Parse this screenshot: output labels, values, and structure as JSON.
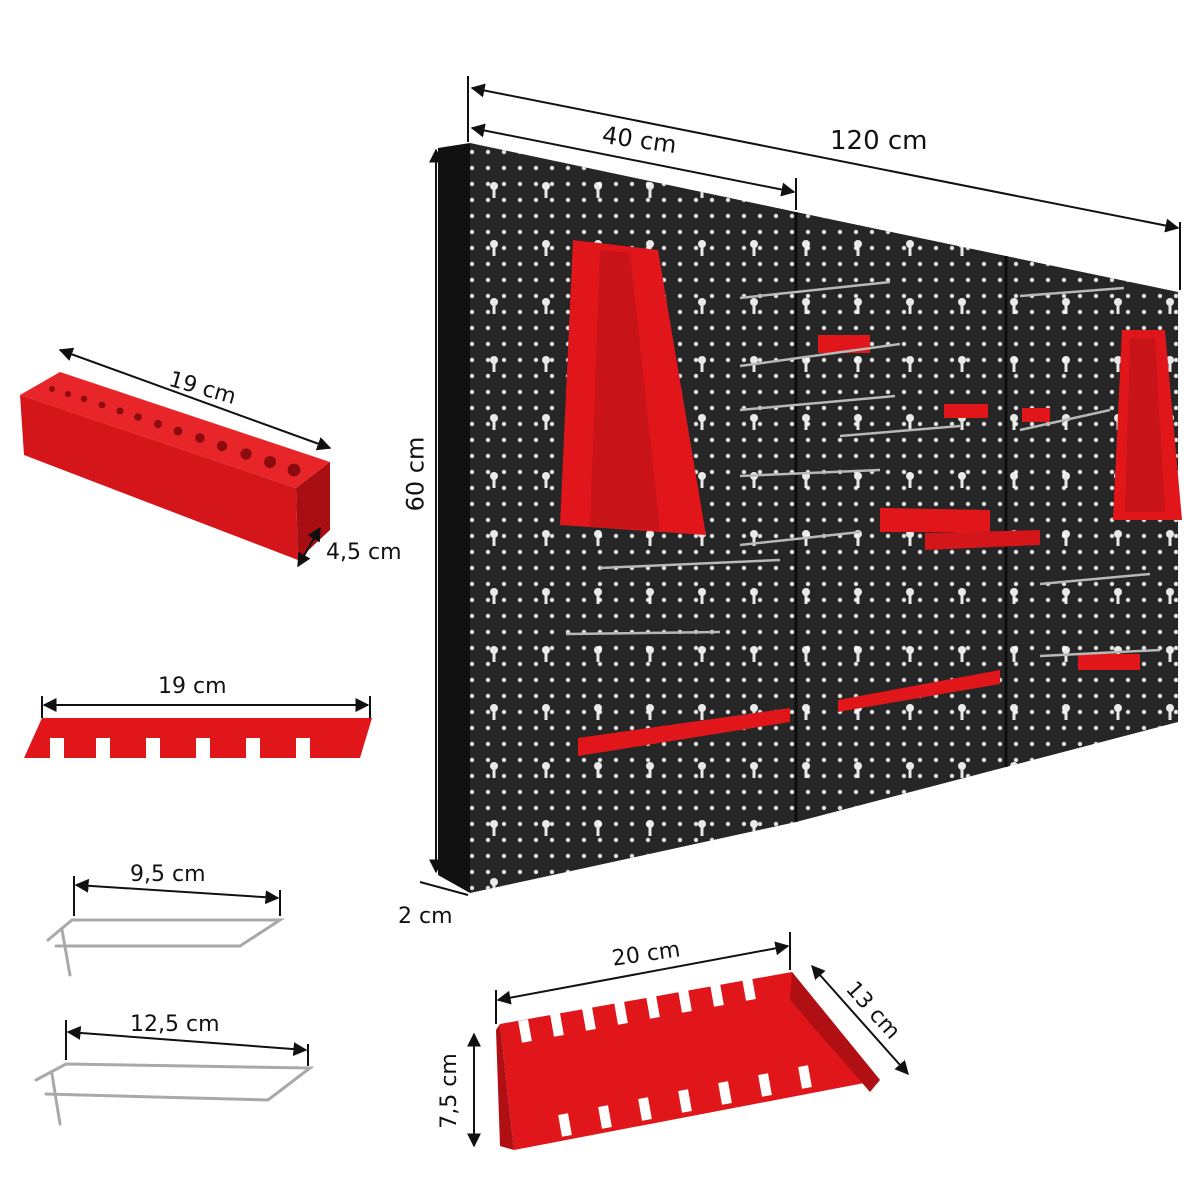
{
  "colors": {
    "board": "#222222",
    "board_edge": "#111111",
    "holes": "#ffffff",
    "accessory_red": "#e0161b",
    "accessory_red_dark": "#a80e12",
    "hook_metal": "#b8b8b8",
    "dimension_line": "#111111",
    "background": "#ffffff"
  },
  "dimensions": {
    "total_width": "120 cm",
    "panel_width": "40 cm",
    "height": "60 cm",
    "depth": "2 cm",
    "drill_holder_length": "19 cm",
    "drill_holder_height": "4,5 cm",
    "screwdriver_rack_length": "19 cm",
    "hook_short_length": "9,5 cm",
    "hook_long_length": "12,5 cm",
    "wrench_holder_width": "20 cm",
    "wrench_holder_depth": "13 cm",
    "wrench_holder_height": "7,5 cm"
  },
  "icons": {
    "pegboard": "pegboard-panel-icon",
    "hook": "peg-hook-icon",
    "wrench_holder": "wrench-holder-icon",
    "drill_holder": "drill-bit-holder-icon",
    "screwdriver_rack": "screwdriver-rack-icon"
  }
}
